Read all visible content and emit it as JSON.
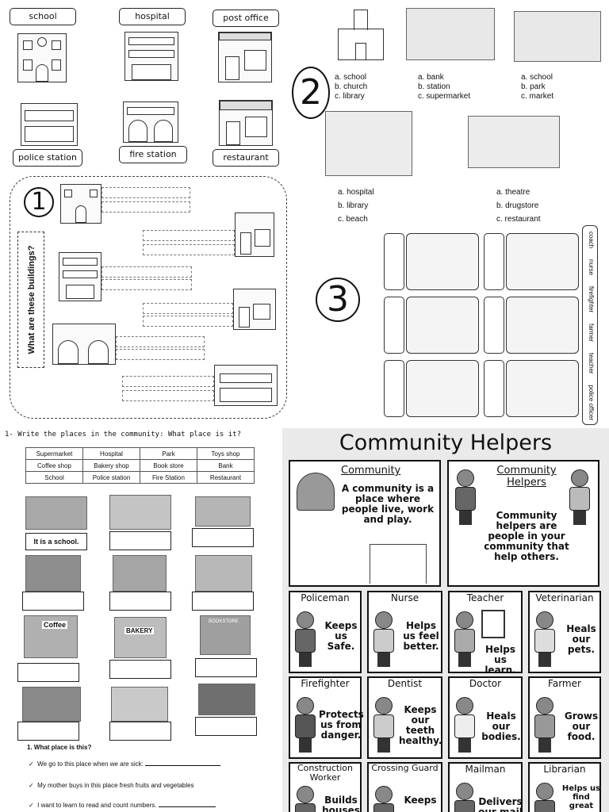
{
  "section1": {
    "labels": [
      "school",
      "hospital",
      "post office",
      "police station",
      "fire station",
      "restaurant"
    ],
    "number": "1",
    "vertical_question": "What are these buildings?"
  },
  "section2": {
    "number": "2",
    "groups": [
      {
        "options": [
          "a. school",
          "b. church",
          "c. library"
        ]
      },
      {
        "options": [
          "a. bank",
          "b. station",
          "c. supermarket"
        ]
      },
      {
        "options": [
          "a. school",
          "b. park",
          "c. market"
        ]
      },
      {
        "options": [
          "a. hospital",
          "b. library",
          "c. beach"
        ]
      },
      {
        "options": [
          "a. theatre",
          "b. drugstore",
          "c. restaurant"
        ]
      }
    ]
  },
  "section3": {
    "number": "3",
    "jobs": [
      "coach",
      "nurse",
      "firefighter",
      "farmer",
      "teacher",
      "police officer"
    ]
  },
  "worksheet": {
    "instruction": "1- Write the places in the community: What place is it?",
    "table": [
      [
        "Supermarket",
        "Hospital",
        "Park",
        "Toys shop"
      ],
      [
        "Coffee shop",
        "Bakery shop",
        "Book store",
        "Bank"
      ],
      [
        "School",
        "Police station",
        "Fire Station",
        "Restaurant"
      ]
    ],
    "example_answer": "It is a school.",
    "photo_labels": {
      "coffee": "Coffee",
      "bakery": "BAKERY",
      "bookstore": "BOOKSTORE"
    },
    "question_title": "1. What place is this?",
    "questions": [
      "We go to this place when we are sick:",
      "My mother buys in this place fresh fruits and vegetables",
      "I want to learn to read and count numbers."
    ]
  },
  "helpers": {
    "title": "Community Helpers",
    "community_title": "Community",
    "community_text": "A community is a place where people live, work and play.",
    "helpers_title": "Community Helpers",
    "helpers_text": "Community helpers are people in your community that help others.",
    "cards": [
      {
        "title": "Policeman",
        "text": "Keeps us Safe."
      },
      {
        "title": "Nurse",
        "text": "Helps us feel better."
      },
      {
        "title": "Teacher",
        "text": "Helps us learn."
      },
      {
        "title": "Veterinarian",
        "text": "Heals our pets."
      },
      {
        "title": "Firefighter",
        "text": "Protects us from danger."
      },
      {
        "title": "Dentist",
        "text": "Keeps our teeth healthy."
      },
      {
        "title": "Doctor",
        "text": "Heals our bodies."
      },
      {
        "title": "Farmer",
        "text": "Grows our food."
      },
      {
        "title": "Construction Worker",
        "text": "Builds houses &"
      },
      {
        "title": "Crossing Guard",
        "text": "Keeps"
      },
      {
        "title": "Mailman",
        "text": "Delivers our mail"
      },
      {
        "title": "Librarian",
        "text": "Helps us find great"
      }
    ]
  }
}
